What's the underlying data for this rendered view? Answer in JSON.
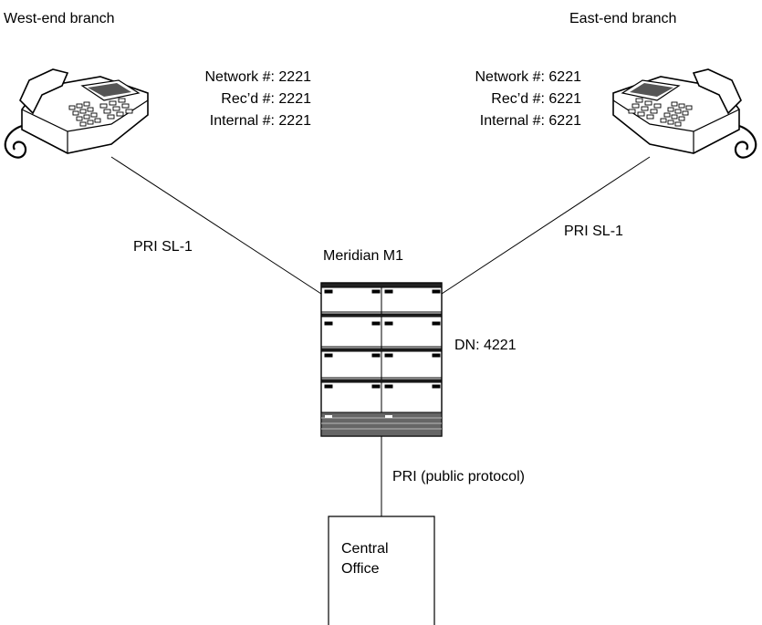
{
  "west": {
    "title": "West-end branch",
    "network": "Network #: 2221",
    "recd": "Rec’d #: 2221",
    "internal": "Internal #: 2221",
    "link": "PRI SL-1"
  },
  "east": {
    "title": "East-end branch",
    "network": "Network #: 6221",
    "recd": "Rec’d #: 6221",
    "internal": "Internal #: 6221",
    "link": "PRI SL-1"
  },
  "meridian": {
    "title": "Meridian M1",
    "dn": "DN: 4221"
  },
  "co_link": "PRI (public protocol)",
  "central_office": {
    "line1": "Central",
    "line2": "Office"
  }
}
